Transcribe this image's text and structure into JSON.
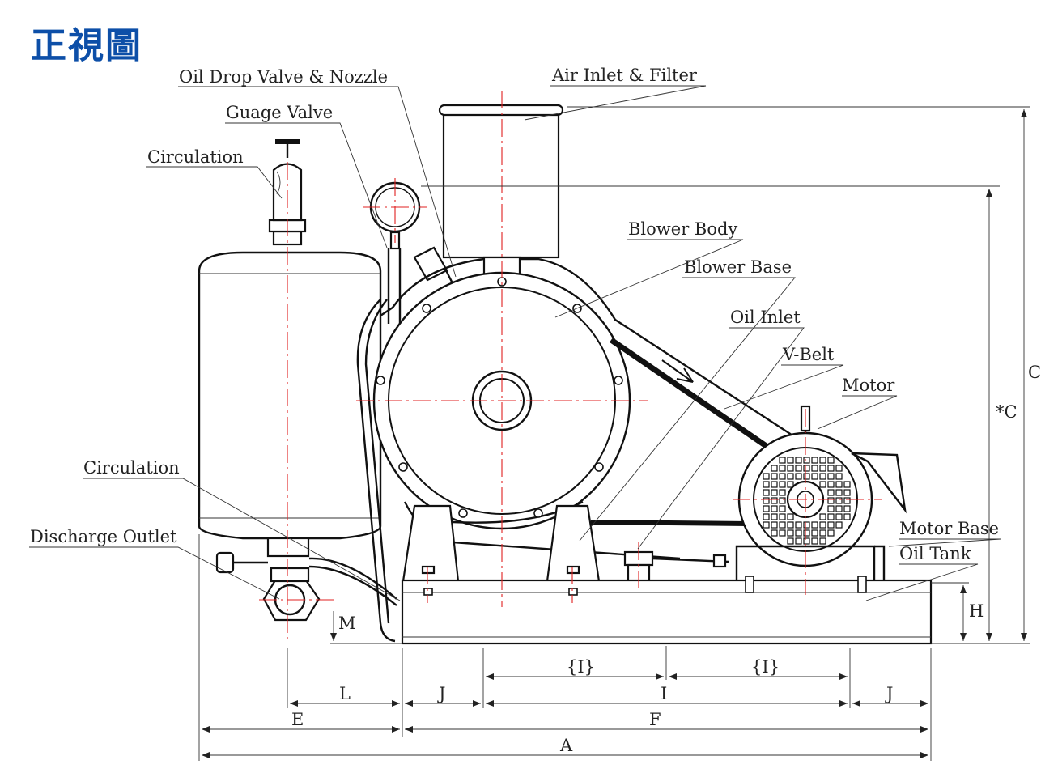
{
  "title": "正視圖",
  "labels": {
    "oil_drop_valve": "Oil Drop Valve & Nozzle",
    "air_inlet": "Air Inlet & Filter",
    "guage_valve": "Guage Valve",
    "circulation_top": "Circulation",
    "blower_body": "Blower Body",
    "blower_base": "Blower Base",
    "oil_inlet": "Oil Inlet",
    "v_belt": "V-Belt",
    "motor": "Motor",
    "circulation_bottom": "Circulation",
    "discharge_outlet": "Discharge Outlet",
    "motor_base": "Motor Base",
    "oil_tank": "Oil Tank"
  },
  "dimensions": {
    "C": "C",
    "C_star": "*C",
    "H": "H",
    "M": "M",
    "L": "L",
    "J_left": "J",
    "I_half_left": "{I}",
    "I_half_right": "{I}",
    "I": "I",
    "J_right": "J",
    "E": "E",
    "F": "F",
    "A": "A"
  },
  "colors": {
    "title": "#0d4fa8",
    "centerline": "#e02020",
    "line": "#111111"
  }
}
